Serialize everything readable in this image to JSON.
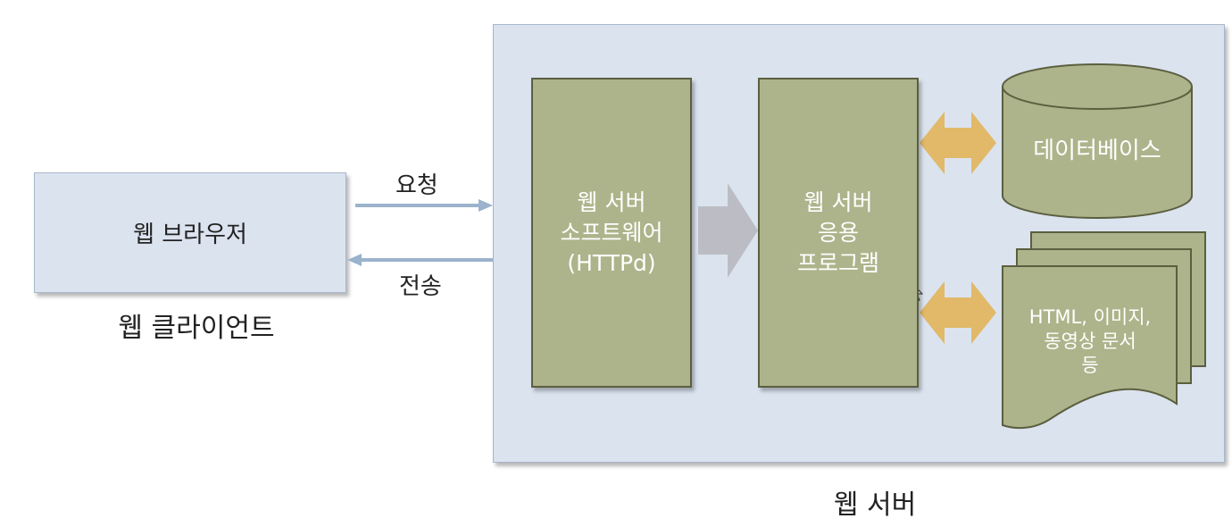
{
  "client": {
    "browser_label": "웹 브라우저",
    "group_label": "웹 클라이언트"
  },
  "connections": {
    "request_label": "요청",
    "response_label": "전송"
  },
  "server": {
    "group_label": "웹 서버",
    "httpd": {
      "line1": "웹 서버",
      "line2": "소프트웨어",
      "line3": "(HTTPd)"
    },
    "app": {
      "line1": "웹 서버",
      "line2": "응용",
      "line3": "프로그램"
    },
    "database_label": "데이터베이스",
    "documents": {
      "line1": "HTML, 이미지,",
      "line2": "동영상 문서",
      "line3": "등"
    }
  },
  "colors": {
    "panel_fill": "#dbe3ef",
    "panel_border": "#a6b6cc",
    "olive_fill": "#adb48b",
    "olive_border": "#5b5f3f",
    "arrow_gold": "#e1b968",
    "arrow_gray": "#bcbdc4",
    "line_blue": "#9bb3cc"
  }
}
